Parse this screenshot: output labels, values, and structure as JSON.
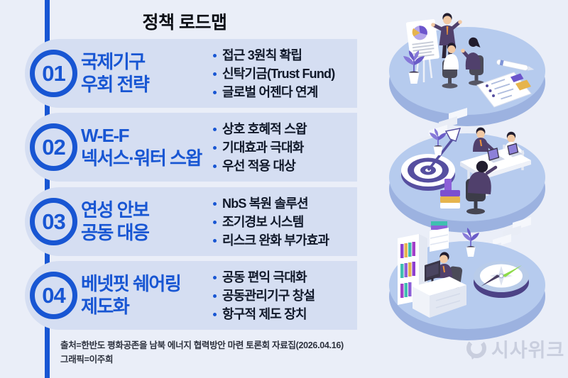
{
  "page": {
    "title": "정책 로드맵"
  },
  "colors": {
    "accent_blue": "#1856d3",
    "row_background": "#d5def2",
    "page_background": "#eaeef8",
    "bullet_text": "#101829",
    "watermark_gray": "#c9cede",
    "illustration_platform_top": "#b6cbee",
    "illustration_platform_side": "#9cb2e0",
    "illustration_purple": "#50406c",
    "illustration_accent_yellow": "#e6b44d"
  },
  "roadmap": {
    "items": [
      {
        "number": "01",
        "title_line1": "국제기구",
        "title_line2": "우회 전략",
        "bullets": [
          "접근 3원칙 확립",
          "신탁기금(Trust Fund)",
          "글로벌 어젠다 연계"
        ]
      },
      {
        "number": "02",
        "title_line1": "W-E-F",
        "title_line2": "넥서스·워터 스왑",
        "bullets": [
          "상호 호혜적 스왑",
          "기대효과 극대화",
          "우선 적용 대상"
        ]
      },
      {
        "number": "03",
        "title_line1": "연성 안보",
        "title_line2": "공동 대응",
        "bullets": [
          "NbS 복원 솔루션",
          "조기경보 시스템",
          "리스크 완화 부가효과"
        ]
      },
      {
        "number": "04",
        "title_line1": "베넷핏 쉐어링",
        "title_line2": "제도화",
        "bullets": [
          "공동 편익 극대화",
          "공동관리기구 창설",
          "항구적 제도 장치"
        ]
      }
    ]
  },
  "footer": {
    "source_line": "출처=한반도 평화공존을 남북 에너지 협력방안 마련 토론회 자료집(2026.04.16)",
    "credit_line": "그래픽=이주희"
  },
  "watermark": {
    "text": "시사위크"
  },
  "illustration": {
    "icons": [
      "presentation-scene",
      "flipchart-pie-chart-icon",
      "teamwork-desk-scene",
      "target-arrow-icon",
      "office-scene",
      "bookshelf-icon",
      "compass-icon"
    ]
  }
}
